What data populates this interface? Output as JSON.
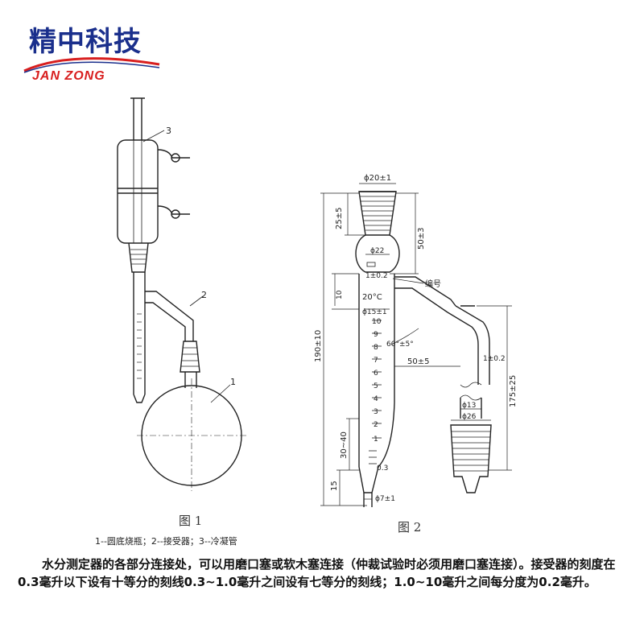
{
  "logo": {
    "cn": "精中科技",
    "en": "JAN ZONG",
    "colors": {
      "cn": "#1a2f8c",
      "en": "#d81e1e"
    }
  },
  "figure1": {
    "title": "图 1",
    "callouts": [
      "1",
      "2",
      "3"
    ],
    "legend": "1--圆底烧瓶；2--接受器；3--冷凝管"
  },
  "figure2": {
    "title": "图 2",
    "dims": {
      "top_dia": "ϕ20±1",
      "joint_len": "25±5",
      "bulb_dia": "ϕ22",
      "neck_len": "50±3",
      "wall": "1±0.2",
      "serial": "编号",
      "gap": "10",
      "temp": "20°C",
      "tube_dia": "ϕ15±1",
      "overall": "190±10",
      "angle": "60°±5°",
      "arm_len": "50±5",
      "side_wall": "1±0.2",
      "side_len": "175±25",
      "side_dia": "ϕ13",
      "cone_dia": "ϕ26",
      "lower_len": "30~40",
      "tip_len": "15",
      "tip_dia": "ϕ7±1",
      "low_mark": "0.3"
    },
    "scale": [
      "10",
      "9",
      "8",
      "7",
      "6",
      "5",
      "4",
      "3",
      "2",
      "1"
    ]
  },
  "paragraph": "水分测定器的各部分连接处，可以用磨口塞或软木塞连接（仲裁试验时必须用磨口塞连接）。接受器的刻度在0.3毫升以下设有十等分的刻线0.3~1.0毫升之间设有七等分的刻线；1.0~10毫升之间每分度为0.2毫升。"
}
